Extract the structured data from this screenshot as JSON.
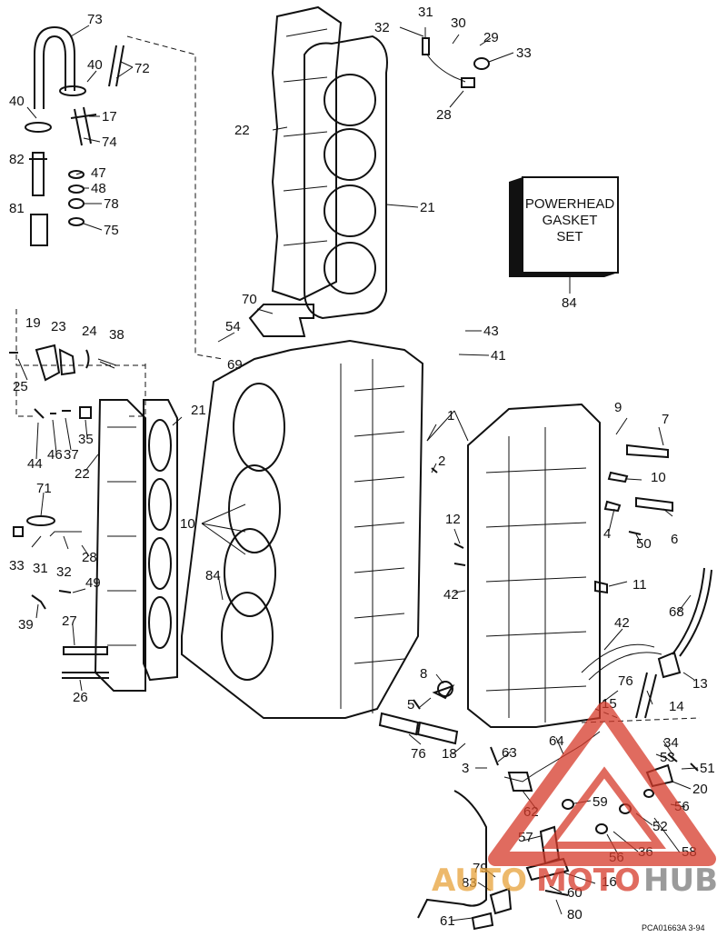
{
  "callouts": {
    "c73": "73",
    "c40a": "40",
    "c72": "72",
    "c40b": "40",
    "c17": "17",
    "c74": "74",
    "c82": "82",
    "c47": "47",
    "c48": "48",
    "c78": "78",
    "c81": "81",
    "c75": "75",
    "c22a": "22",
    "c21a": "21",
    "c31a": "31",
    "c30": "30",
    "c32a": "32",
    "c29": "29",
    "c33a": "33",
    "c28a": "28",
    "c84a": "84",
    "c70": "70",
    "c54": "54",
    "c43": "43",
    "c41": "41",
    "c19": "19",
    "c23": "23",
    "c24": "24",
    "c38": "38",
    "c25": "25",
    "c69": "69",
    "c44": "44",
    "c46": "46",
    "c37": "37",
    "c35": "35",
    "c22b": "22",
    "c21b": "21",
    "c1": "1",
    "c9": "9",
    "c7": "7",
    "c2": "2",
    "c10a": "10",
    "c10b": "10",
    "c71": "71",
    "c33b": "33",
    "c31b": "31",
    "c32b": "32",
    "c28b": "28",
    "c49": "49",
    "c39": "39",
    "c27": "27",
    "c26": "26",
    "c84b": "84",
    "c12": "12",
    "c4": "4",
    "c6": "6",
    "c50": "50",
    "c42a": "42",
    "c11": "11",
    "c68": "68",
    "c42b": "42",
    "c8": "8",
    "c5": "5",
    "c76a": "76",
    "c76b": "76",
    "c18": "18",
    "c15": "15",
    "c13": "13",
    "c14": "14",
    "c64": "64",
    "c63": "63",
    "c3": "3",
    "c34": "34",
    "c53": "53",
    "c51": "51",
    "c20": "20",
    "c62": "62",
    "c59": "59",
    "c56a": "56",
    "c52": "52",
    "c57": "57",
    "c36": "36",
    "c56b": "56",
    "c58": "58",
    "c79": "79",
    "c83": "83",
    "c16": "16",
    "c61": "61",
    "c60": "60",
    "c80": "80"
  },
  "powerhead_box": {
    "line1": "POWERHEAD",
    "line2": "GASKET",
    "line3": "SET"
  },
  "footer_code": "PCA01663A   3-94",
  "watermark": {
    "part1": "AUTO",
    "part2": "MOTO",
    "part3": "HUB",
    "color_red": "#d63a2a",
    "color_orange": "#e8a23a",
    "color_gray": "#7a7a7a"
  }
}
